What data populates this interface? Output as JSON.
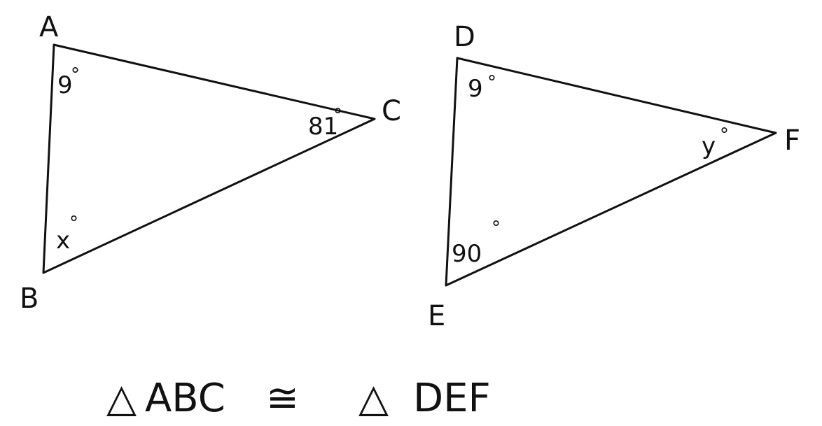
{
  "triangles": [
    {
      "name": "ABC",
      "vertices": {
        "A": "A",
        "B": "B",
        "C": "C"
      },
      "angles": {
        "A": "9",
        "B": "x",
        "C": "81"
      },
      "degree_symbol": "°"
    },
    {
      "name": "DEF",
      "vertices": {
        "D": "D",
        "E": "E",
        "F": "F"
      },
      "angles": {
        "D": "9",
        "E": "90",
        "F": "y"
      },
      "degree_symbol": "°"
    }
  ],
  "statement": {
    "triangle_symbol": "△",
    "left": "ABC",
    "congruence_symbol": "≅",
    "right": "DEF"
  },
  "colors": {
    "ink": "#111111",
    "background": "#ffffff"
  }
}
